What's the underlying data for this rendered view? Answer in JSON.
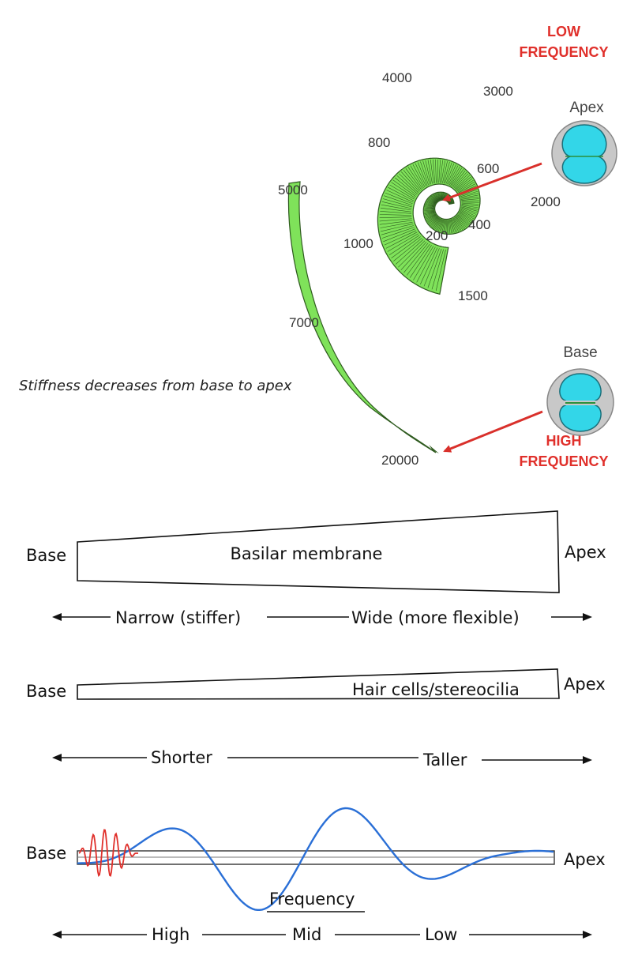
{
  "cochlea": {
    "freq_labels": [
      "4000",
      "3000",
      "800",
      "600",
      "5000",
      "2000",
      "200",
      "400",
      "1000",
      "1500",
      "7000",
      "20000"
    ],
    "low_frequency": [
      "LOW",
      "FREQUENCY"
    ],
    "high_frequency": [
      "HIGH",
      "FREQUENCY"
    ],
    "apex_label": "Apex",
    "base_label": "Base",
    "stiffness_note": "Stiffness decreases from base to apex",
    "colors": {
      "spiral": "#7fe25a",
      "arrow": "#d9302b",
      "duct": "#33d6e8"
    }
  },
  "basilar": {
    "base": "Base",
    "apex": "Apex",
    "title": "Basilar membrane",
    "narrow": "Narrow (stiffer)",
    "wide": "Wide (more flexible)"
  },
  "hair": {
    "base": "Base",
    "apex": "Apex",
    "title": "Hair cells/stereocilia",
    "shorter": "Shorter",
    "taller": "Taller"
  },
  "wave": {
    "base": "Base",
    "apex": "Apex",
    "title": "Frequency",
    "high": "High",
    "mid": "Mid",
    "low": "Low",
    "colors": {
      "low_wave": "#2a6fd6",
      "high_wave": "#e0302b"
    }
  }
}
